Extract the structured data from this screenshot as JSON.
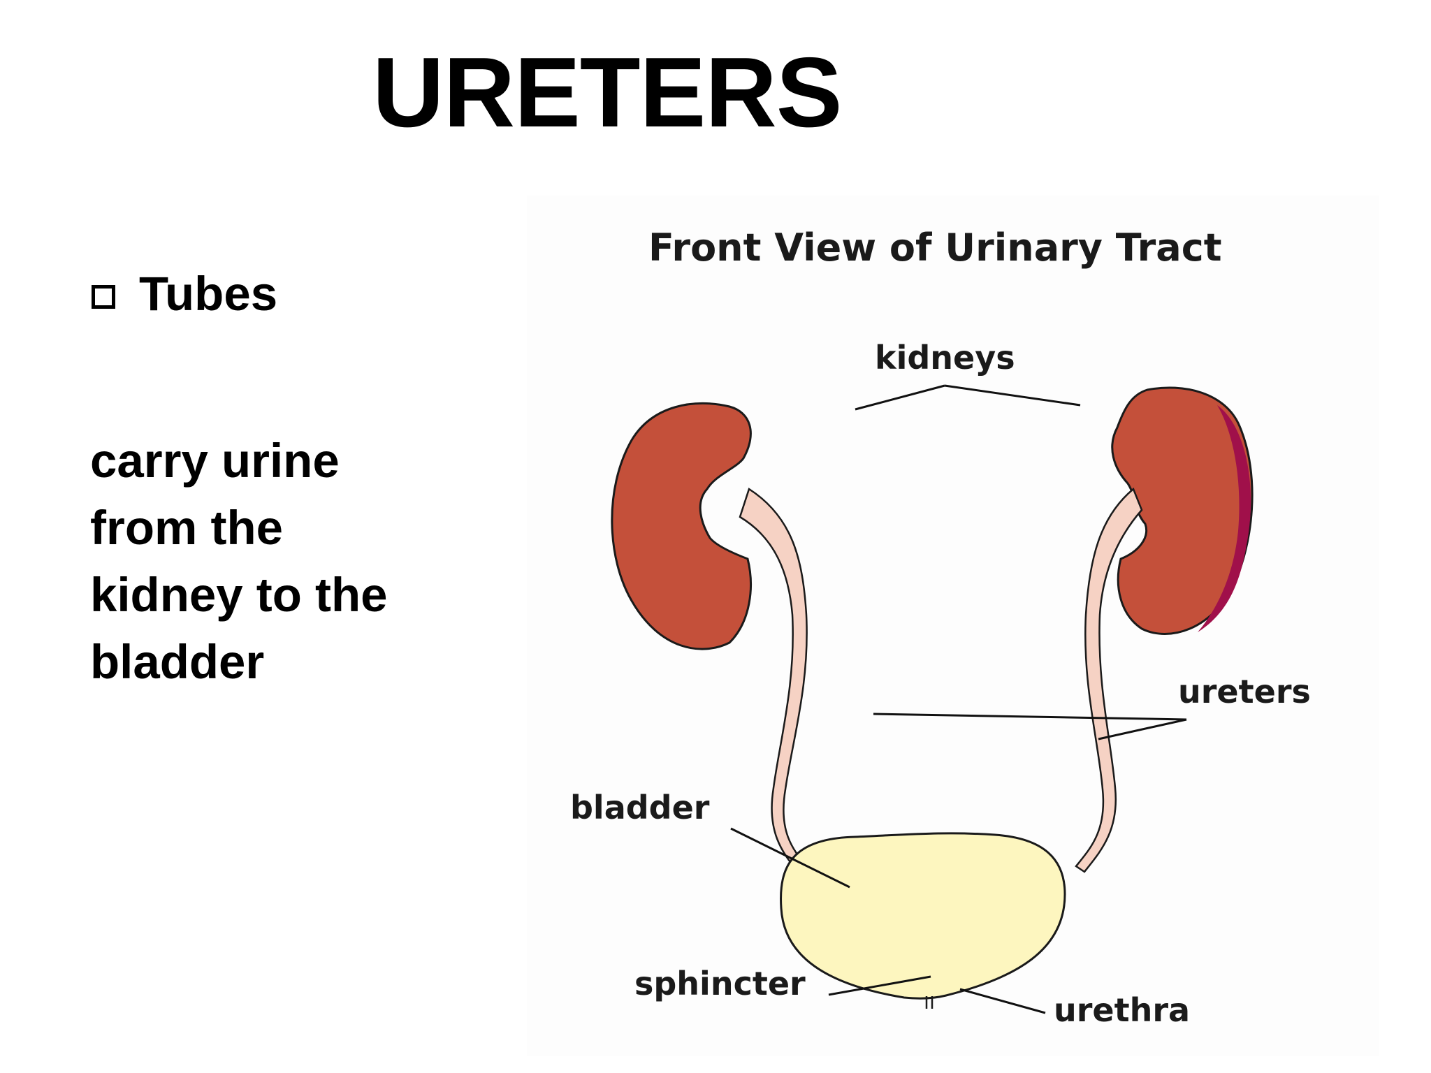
{
  "slide": {
    "title": "URETERS",
    "bullet": "Tubes",
    "body_lines": [
      "carry urine",
      "from the",
      "kidney to the",
      "bladder"
    ]
  },
  "diagram": {
    "title": "Front View of Urinary Tract",
    "labels": {
      "kidneys": "kidneys",
      "ureters": "ureters",
      "bladder": "bladder",
      "sphincter": "sphincter",
      "urethra": "urethra"
    },
    "colors": {
      "kidney": "#c4503a",
      "kidney_edge": "#a0104a",
      "ureter": "#f6d2c4",
      "bladder": "#fdf6bf",
      "line": "#111111"
    }
  }
}
